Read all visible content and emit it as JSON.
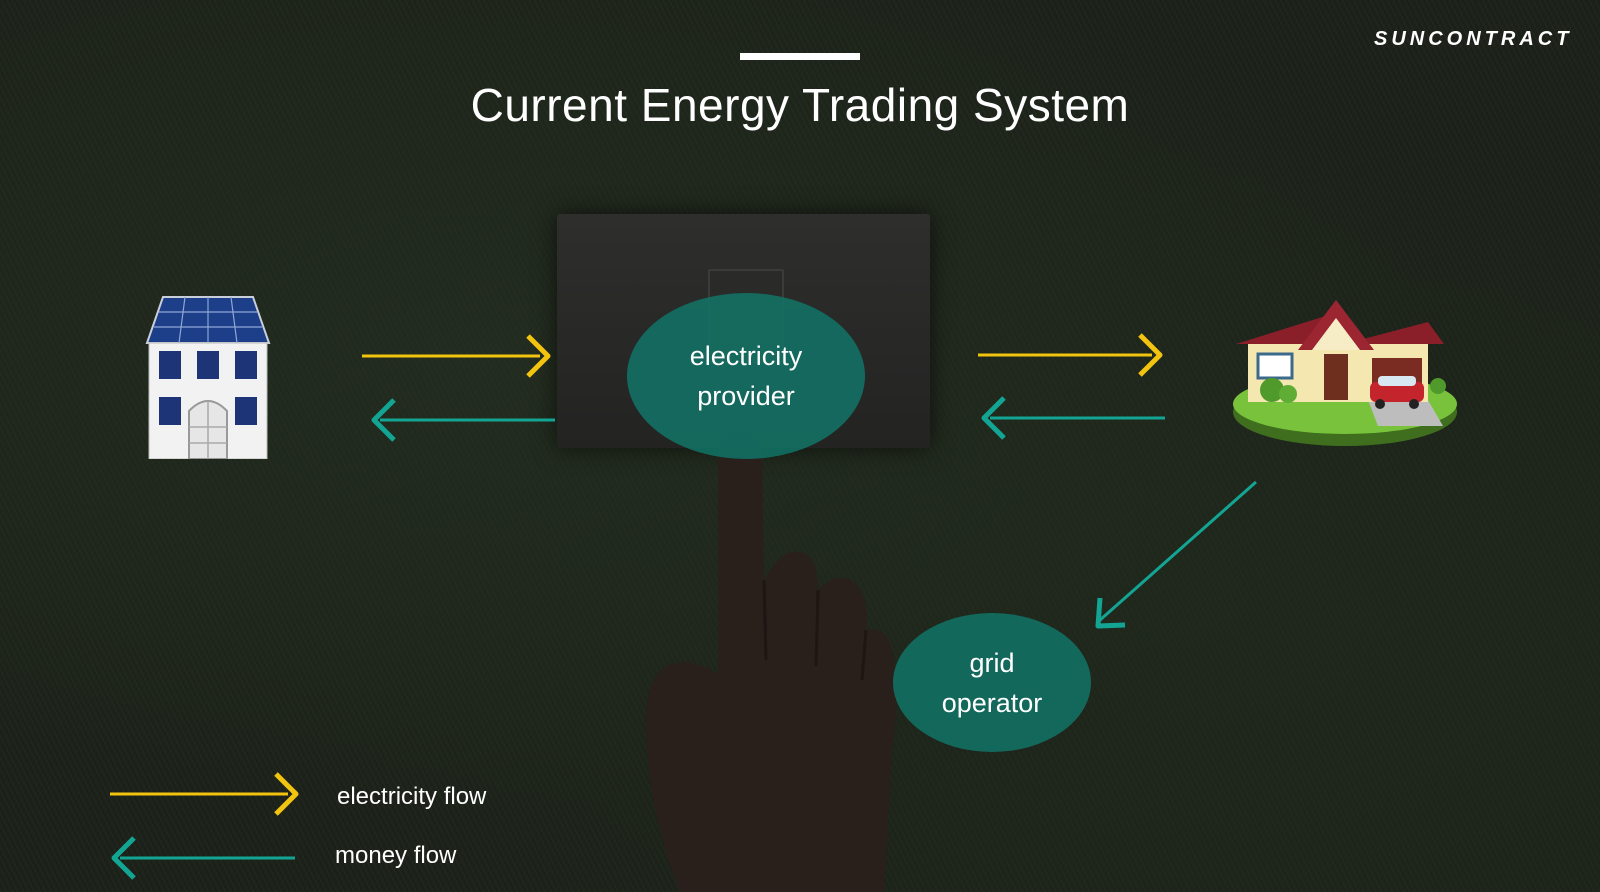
{
  "header": {
    "title": "Current Energy Trading System",
    "brand": "SUNCONTRACT"
  },
  "nodes": {
    "provider": {
      "line1": "electricity",
      "line2": "provider"
    },
    "grid": {
      "line1": "grid",
      "line2": "operator"
    }
  },
  "legend": {
    "electricity": "electricity flow",
    "money": "money flow"
  },
  "colors": {
    "electricity_flow": "#f2c40f",
    "money_flow": "#13a594",
    "node_fill": "#117366"
  },
  "icons": {
    "producer": "solar-panel-building-icon",
    "consumer": "house-with-car-icon",
    "background": "finger-pressing-light-switch"
  }
}
